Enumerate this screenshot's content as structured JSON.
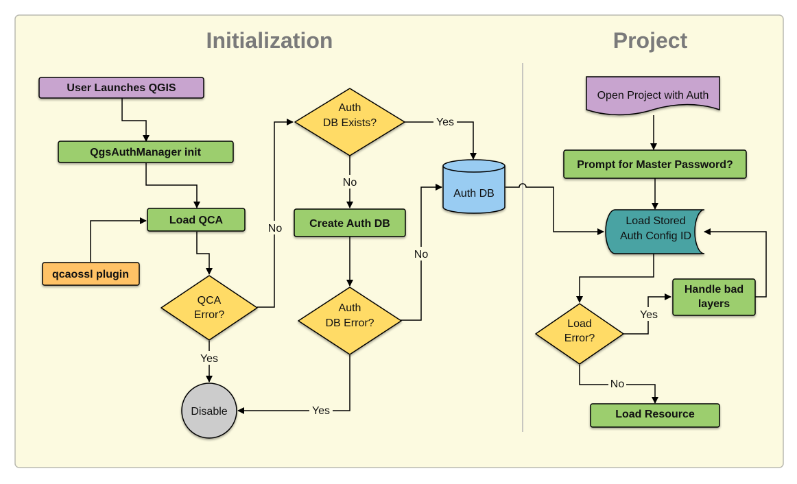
{
  "sections": {
    "initialization": "Initialization",
    "project": "Project"
  },
  "nodes": {
    "user_launches": "User Launches QGIS",
    "authmanager_init": "QgsAuthManager init",
    "load_qca": "Load QCA",
    "qcaossl_plugin": "qcaossl plugin",
    "qca_error": [
      "QCA",
      "Error?"
    ],
    "disable": "Disable",
    "auth_db_exists": [
      "Auth",
      "DB Exists?"
    ],
    "create_auth_db": "Create Auth DB",
    "auth_db_error": [
      "Auth",
      "DB Error?"
    ],
    "auth_db": "Auth DB",
    "open_project": "Open Project with Auth",
    "prompt_master": "Prompt for Master Password?",
    "load_stored": [
      "Load Stored",
      "Auth Config ID"
    ],
    "handle_bad": [
      "Handle bad",
      "layers"
    ],
    "load_error": [
      "Load",
      "Error?"
    ],
    "load_resource": "Load Resource"
  },
  "edge_labels": {
    "qca_error_yes": "Yes",
    "qca_error_no": "No",
    "db_exists_yes": "Yes",
    "db_exists_no": "No",
    "db_error_no": "No",
    "db_error_yes": "Yes",
    "load_error_yes": "Yes",
    "load_error_no": "No"
  },
  "colors": {
    "panel_bg": "#fcfae0",
    "purple": "#c8a4cf",
    "green": "#9cce6e",
    "orange": "#ffc266",
    "yellow": "#ffdb66",
    "gray": "#cccccc",
    "blue": "#99ccf2",
    "teal": "#4aa3a3"
  }
}
